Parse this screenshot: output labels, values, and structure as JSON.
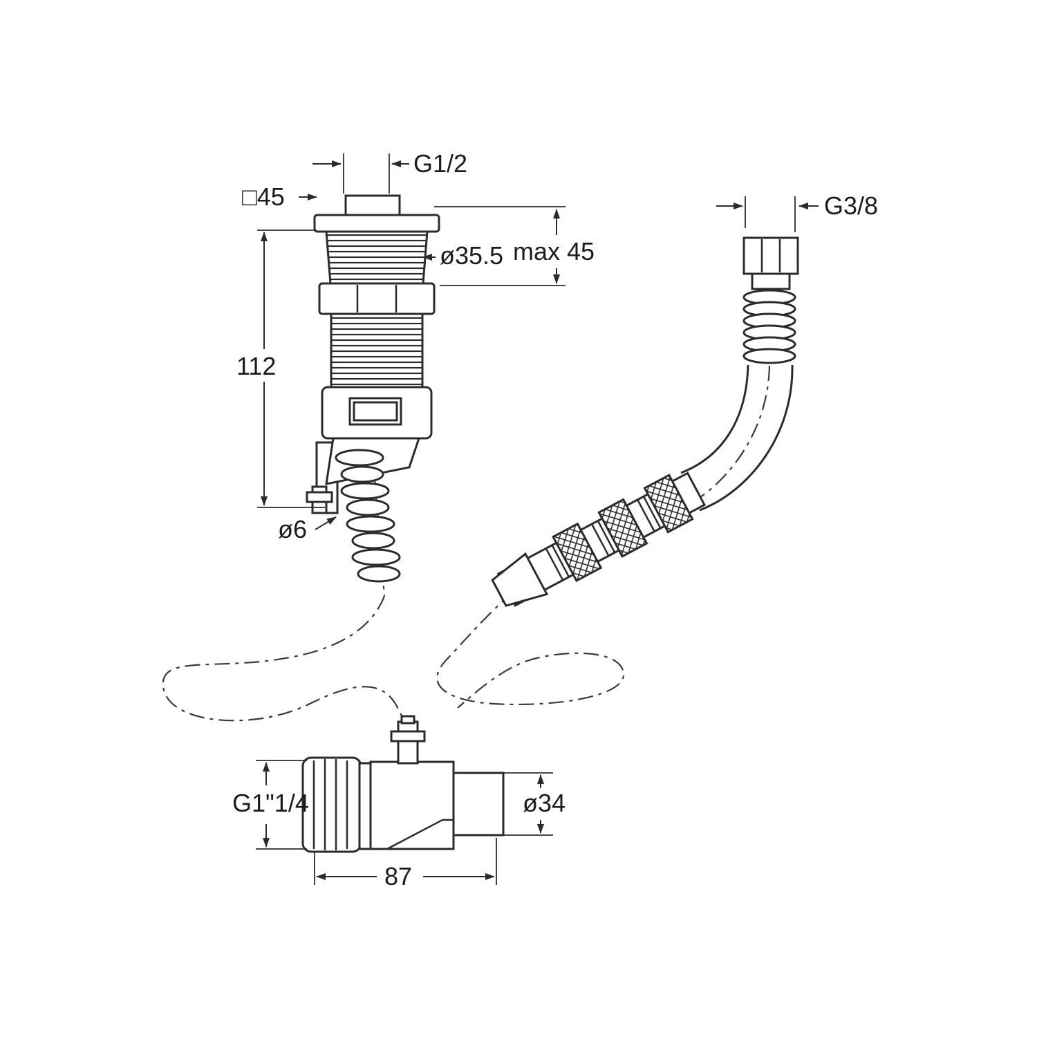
{
  "labels": {
    "thread_top": "G1/2",
    "square_flange": "□45",
    "collar_diameter": "ø35.5",
    "max_thickness": "max 45",
    "shaft_length": "112",
    "hose_barb_diameter": "ø6",
    "supply_thread": "G3/8",
    "nut_thread": "G1\"1/4",
    "body_diameter": "ø34",
    "body_length": "87"
  },
  "colors": {
    "line": "#2b2b2b",
    "background": "#ffffff",
    "dimension": "#2b2b2b"
  }
}
